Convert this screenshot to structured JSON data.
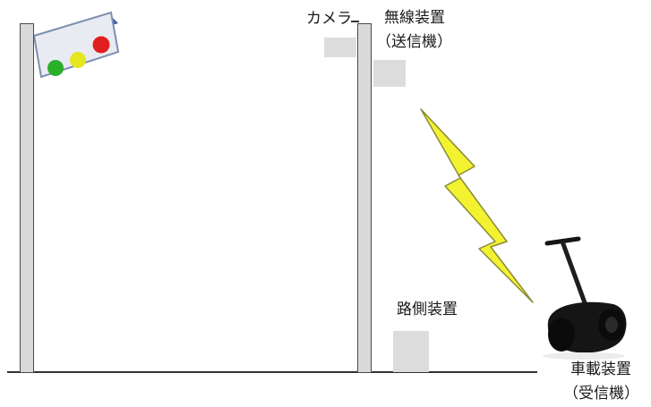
{
  "labels": {
    "camera": "カメラ",
    "wireless_device": "無線装置",
    "wireless_role": "（送信機）",
    "roadside_unit": "路側装置",
    "vehicle_device": "車載装置",
    "vehicle_role": "（受信機）"
  },
  "traffic_light": {
    "lamps": [
      {
        "name": "green",
        "color": "#2bb02b"
      },
      {
        "name": "yellow",
        "color": "#e6e620"
      },
      {
        "name": "red",
        "color": "#e02020"
      }
    ]
  },
  "colors": {
    "pole_fill": "#d9d9d9",
    "pole_stroke": "#4a4a4a",
    "ground": "#333333",
    "lightning_fill": "#f2f230",
    "lightning_stroke": "#8a8a3a",
    "equipment_box": "#dcdcdc",
    "vehicle_body": "#151515"
  }
}
